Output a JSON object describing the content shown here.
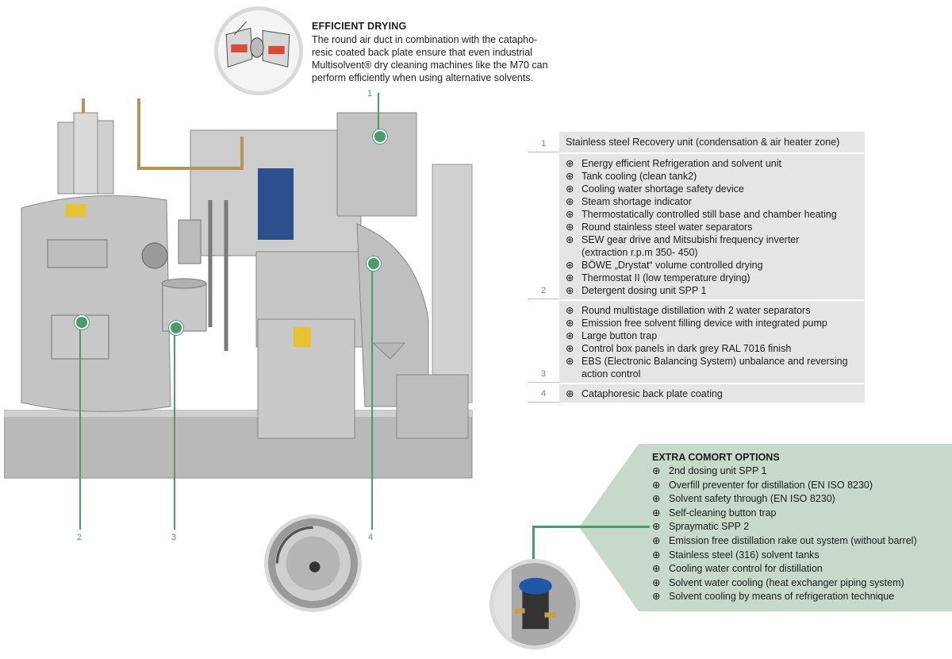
{
  "drying": {
    "title": "EFFICIENT DRYING",
    "text": "The round air duct in combination with the catapho-\nresic coated back plate ensure that even industrial\nMultisolvent® dry cleaning machines like the M70 can\nperform efficiently when using alternative solvents."
  },
  "callouts": {
    "n1": "1",
    "n2": "2",
    "n3": "3",
    "n4": "4"
  },
  "colors": {
    "accent": "#4c9b70",
    "panel": "#e5e5e4",
    "options_bg": "#c7d9cb"
  },
  "features": [
    {
      "num": "1",
      "heading": "Stainless steel Recovery unit (condensation & air heater zone)",
      "items": []
    },
    {
      "num": "2",
      "heading": "",
      "items": [
        "Energy efficient Refrigeration  and solvent unit",
        "Tank cooling  (clean tank2)",
        "Cooling water shortage safety device",
        "Steam shortage indicator",
        "Thermostatically controlled still base and chamber heating",
        "Round stainless steel water separators",
        "SEW gear drive  and Mitsubishi frequency inverter\n(extraction  r.p.m 350- 450)",
        "BÖWE „Drystat“ volume controlled drying",
        "Thermostat II (low temperature drying)",
        "Detergent dosing unit SPP 1"
      ]
    },
    {
      "num": "3",
      "heading": "",
      "items": [
        "Round multistage distillation with 2 water separators",
        "Emission free solvent filling device with integrated pump",
        "Large button trap",
        "Control box panels in dark grey RAL 7016 finish",
        "EBS (Electronic Balancing System)  unbalance and reversing\naction control"
      ]
    },
    {
      "num": "4",
      "heading": "",
      "items": [
        "Cataphoresic back plate coating"
      ]
    }
  ],
  "extra": {
    "title": "EXTRA COMORT OPTIONS",
    "bullet": "⊕",
    "items": [
      "2nd dosing unit SPP 1",
      "Overfill preventer for distillation (EN ISO 8230)",
      "Solvent safety through (EN ISO 8230)",
      "Self-cleaning button trap",
      "Spraymatic SPP 2",
      "Emission free distillation rake out system (without barrel)",
      "Stainless steel (316) solvent tanks",
      "Cooling water control for distillation",
      "Solvent water cooling (heat exchanger piping system)",
      "Solvent cooling by means of refrigeration technique"
    ]
  }
}
